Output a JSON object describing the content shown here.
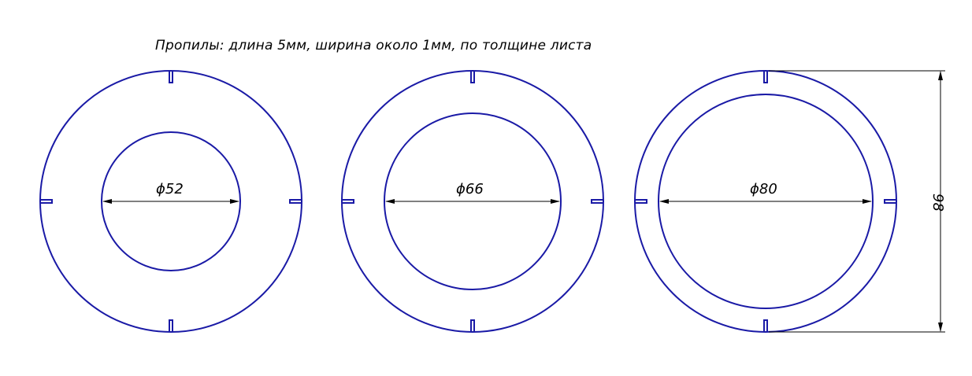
{
  "note": "Пропилы: длина 5мм, ширина около 1мм, по толщине листа",
  "rings": [
    {
      "inner_dim": "ϕ52"
    },
    {
      "inner_dim": "ϕ66"
    },
    {
      "inner_dim": "ϕ80"
    }
  ],
  "outer_dim": "98",
  "colors": {
    "contour": "#1a1aa6",
    "dimension": "#000000",
    "background": "#ffffff"
  }
}
